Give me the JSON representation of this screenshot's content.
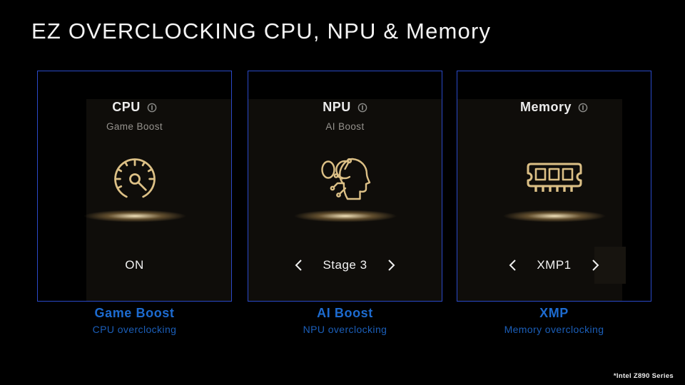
{
  "slide": {
    "title": "EZ OVERCLOCKING CPU, NPU & Memory",
    "footnote": "*Intel Z890 Series"
  },
  "colors": {
    "background": "#000000",
    "panel_border": "#2a49c8",
    "icon_gold": "#dcc086",
    "caption_title_blue": "#1d6bd0",
    "caption_subtitle_blue": "#1b5eb8",
    "header_text": "#ececec",
    "subheader_gray": "#96938e"
  },
  "panels": [
    {
      "header": "CPU",
      "info_icon": "info-icon",
      "subheader": "Game Boost",
      "icon": "speedometer-icon",
      "control": {
        "type": "toggle",
        "value": "ON"
      },
      "caption": {
        "title": "Game Boost",
        "subtitle": "CPU overclocking"
      }
    },
    {
      "header": "NPU",
      "info_icon": "info-icon",
      "subheader": "AI Boost",
      "icon": "oc-head-icon",
      "control": {
        "type": "stepper",
        "value": "Stage 3",
        "prev": "chevron-left",
        "next": "chevron-right"
      },
      "caption": {
        "title": "AI Boost",
        "subtitle": "NPU overclocking"
      }
    },
    {
      "header": "Memory",
      "info_icon": "info-icon",
      "subheader": "",
      "icon": "ram-module-icon",
      "control": {
        "type": "stepper",
        "value": "XMP1",
        "prev": "chevron-left",
        "next": "chevron-right"
      },
      "caption": {
        "title": "XMP",
        "subtitle": "Memory overclocking"
      }
    }
  ]
}
